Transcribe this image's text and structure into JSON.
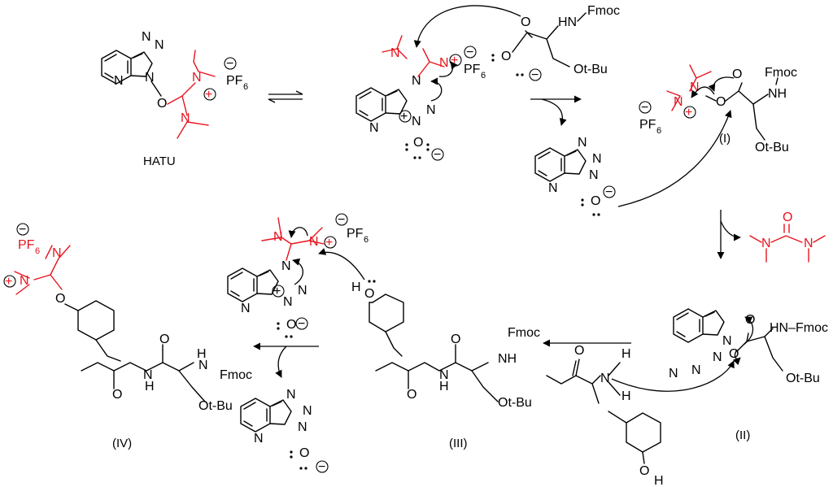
{
  "hatu_label": "HATU",
  "stage_labels": {
    "I": "(I)",
    "II": "(II)",
    "III": "(III)",
    "IV": "(IV)"
  },
  "atoms": {
    "N": "N",
    "O": "O",
    "H": "H",
    "Fmoc": "Fmoc",
    "HN": "HN",
    "NH": "NH",
    "HN_Fmoc": "HN–Fmoc",
    "OtBu": "Ot-Bu",
    "PF": "PF",
    "six": "6",
    "plus": "+",
    "minus": "−"
  },
  "colors": {
    "reagent": "#e8141e",
    "structure": "#000000"
  }
}
